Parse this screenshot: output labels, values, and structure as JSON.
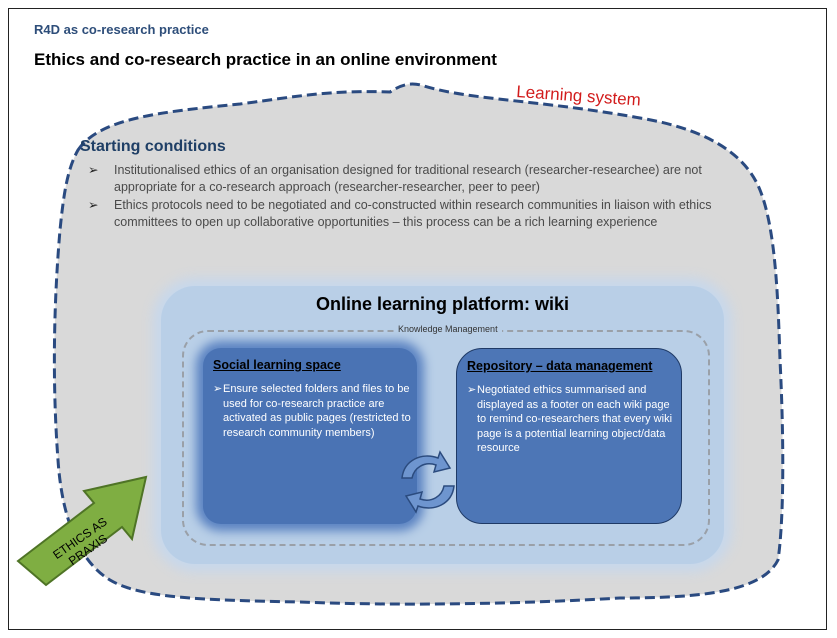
{
  "header": {
    "kicker": "R4D as co-research practice",
    "title": "Ethics and co-research practice in an online environment"
  },
  "learning_system_label": "Learning system",
  "starting_conditions": {
    "heading": "Starting conditions",
    "items": [
      "Institutionalised ethics of an organisation designed for traditional research (researcher-researchee) are not appropriate for a co-research approach (researcher-researcher, peer to peer)",
      "Ethics protocols need to be negotiated and co-constructed within research communities in liaison with ethics committees to open up collaborative opportunities – this process can be a rich learning experience"
    ]
  },
  "platform": {
    "title": "Online learning platform: wiki",
    "knowledge_label": "Knowledge Management",
    "social": {
      "heading": "Social learning space",
      "text": "Ensure selected folders and files to be used for co-research practice are activated as public pages (restricted to research community members)"
    },
    "repository": {
      "heading": "Repository – data management",
      "text": "Negotiated ethics summarised and displayed as a footer on each wiki page to remind co-researchers that every wiki page is a potential learning object/data resource"
    }
  },
  "ethics_arrow": {
    "label_line1": "ETHICS AS",
    "label_line2": "PRAXIS"
  },
  "colors": {
    "cloud_fill": "#d9d9d9",
    "cloud_border": "#2a4a80",
    "learning_red": "#d21c1c",
    "arrow_green": "#7fae42",
    "box_blue": "#4a73b4"
  },
  "icons": {
    "bullet": "arrow-bullet-icon",
    "cycle": "cycle-arrows-icon"
  }
}
